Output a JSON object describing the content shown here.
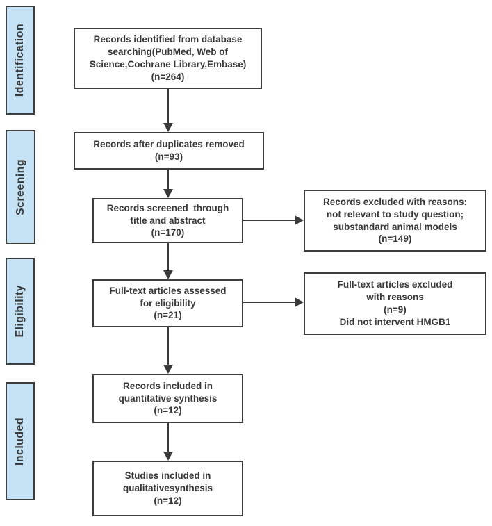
{
  "colors": {
    "background": "#ffffff",
    "stage_fill": "#c6e3f5",
    "box_fill": "#ffffff",
    "border": "#3d3d3d",
    "text": "#383838",
    "arrow": "#3a3a3a"
  },
  "stages": [
    {
      "label": "Identification"
    },
    {
      "label": "Screening"
    },
    {
      "label": "Eligibility"
    },
    {
      "label": "Included"
    }
  ],
  "boxes": [
    {
      "id": "records-identified",
      "text": "Records identified from database\nsearching(PubMed, Web of\nScience,Cochrane Library,Embase)\n(n=264)"
    },
    {
      "id": "duplicates-removed",
      "text": "Records after duplicates removed\n(n=93)"
    },
    {
      "id": "records-screened",
      "text": "Records screened  through\ntitle and abstract\n(n=170)"
    },
    {
      "id": "fulltext-assessed",
      "text": "Full-text articles assessed\nfor eligibility\n(n=21)"
    },
    {
      "id": "included-quantitative",
      "text": "Records included in\nquantitative synthesis\n(n=12)"
    },
    {
      "id": "included-qualitative",
      "text": "Studies included in\nqualitativesynthesis\n(n=12)"
    }
  ],
  "side_boxes": [
    {
      "id": "records-excluded",
      "text": "Records excluded with reasons:\nnot relevant to study question;\nsubstandard animal models\n(n=149)"
    },
    {
      "id": "fulltext-excluded",
      "text": "Full-text articles excluded\nwith reasons\n(n=9)\nDid not intervent HMGB1"
    }
  ]
}
